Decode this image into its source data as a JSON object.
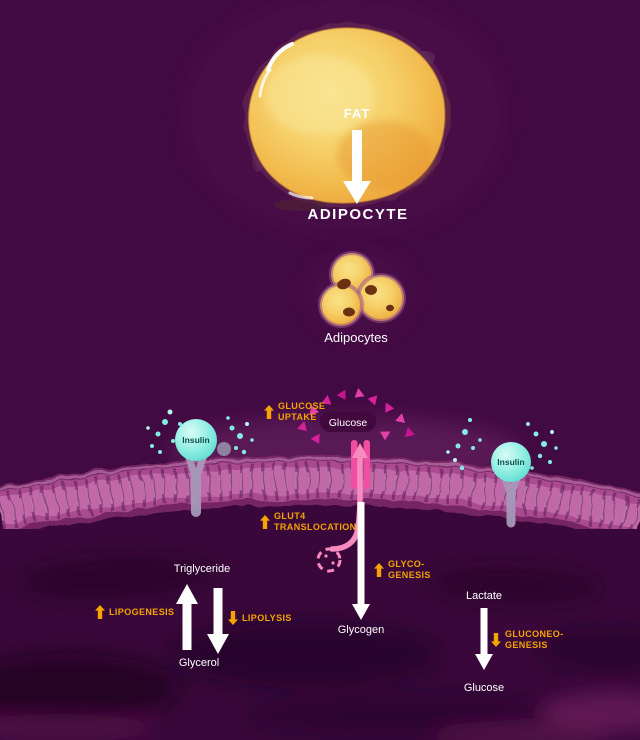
{
  "colors": {
    "background": "#420a42",
    "yellow": "#f5a402",
    "magenta": "#d6219b",
    "pink": "#f78bc0",
    "channel-pink": "#ef4f9e",
    "cyan": "#7ae8dc",
    "white": "#ffffff"
  },
  "top_section": {
    "fat_cell_label": "FAT",
    "adipocyte_title": "ADIPOCYTE",
    "adipocytes_caption": "Adipocytes"
  },
  "membrane_section": {
    "insulin_left_label": "Insulin",
    "insulin_right_label": "Insulin",
    "glucose_uptake_line1": "GLUCOSE",
    "glucose_uptake_line2": "UPTAKE",
    "glucose_label": "Glucose",
    "glut4_line1": "GLUT4",
    "glut4_line2": "TRANSLOCATION",
    "glycogenesis_line1": "GLYCO-",
    "glycogenesis_line2": "GENESIS",
    "glycogen_label": "Glycogen",
    "triglyceride_label": "Triglyceride",
    "glycerol_label": "Glycerol",
    "lipogenesis_label": "LIPOGENESIS",
    "lipolysis_label": "LIPOLYSIS",
    "lactate_label": "Lactate",
    "gluconeogenesis_line1": "GLUCONEO-",
    "gluconeogenesis_line2": "GENESIS",
    "glucose_product_label": "Glucose"
  }
}
